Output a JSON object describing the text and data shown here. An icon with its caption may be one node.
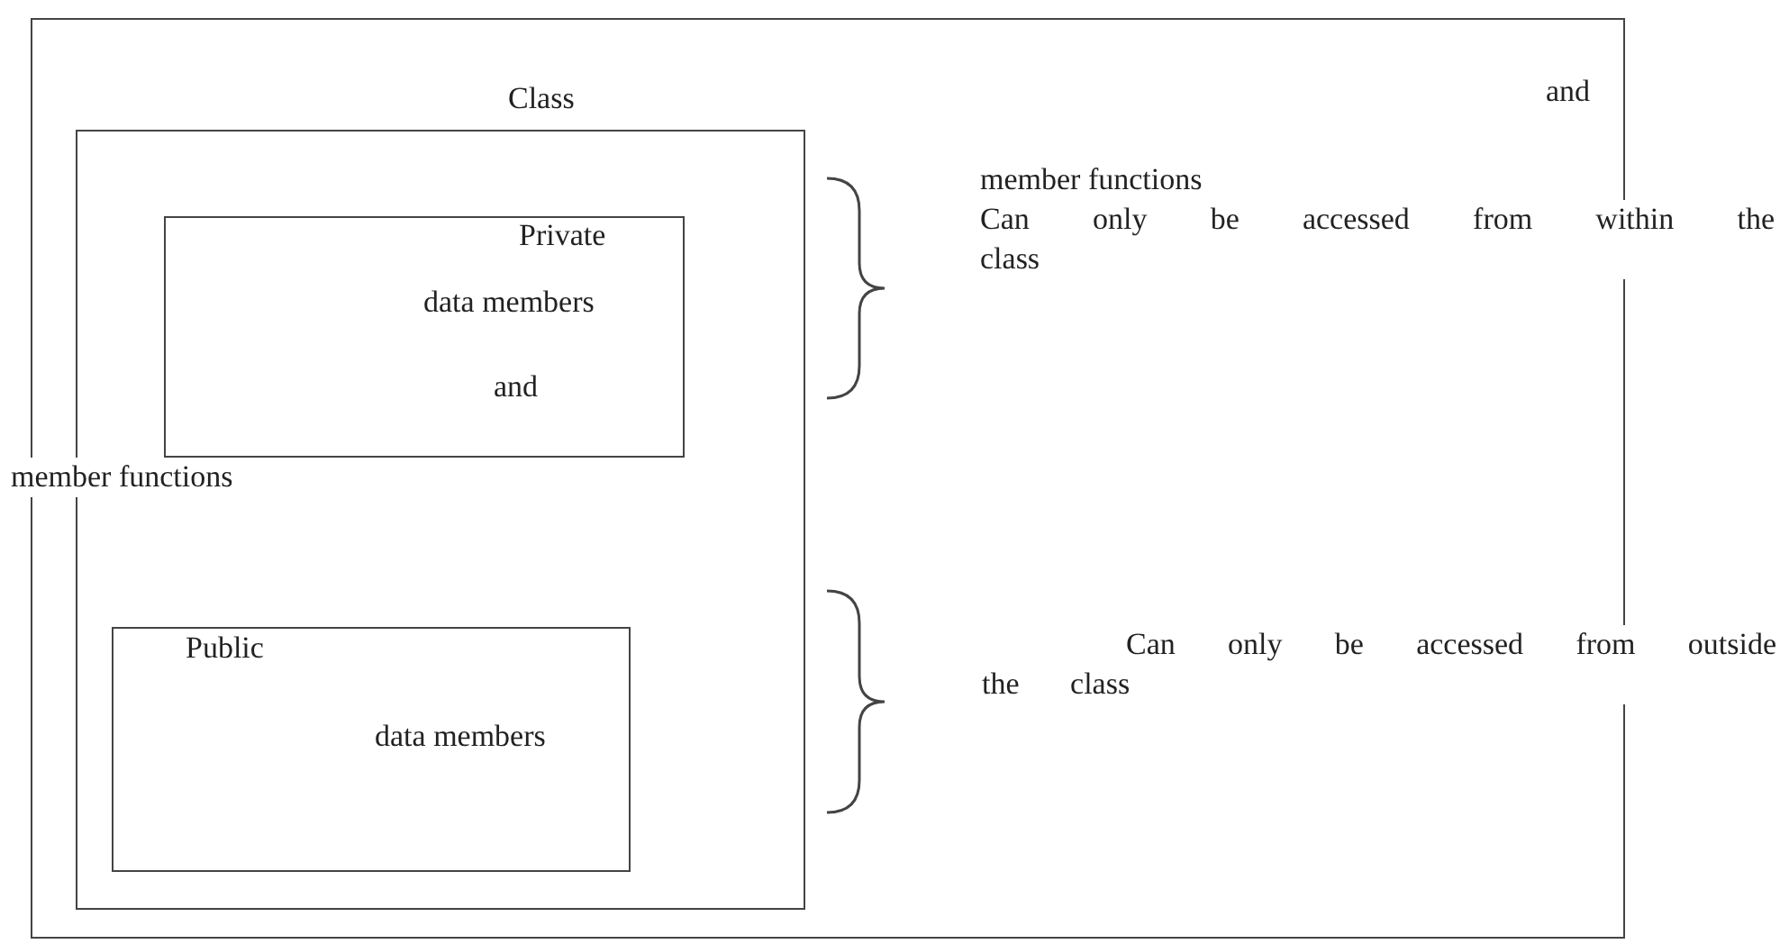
{
  "diagram": {
    "nodes": [
      {
        "text": [],
        "shape": "box"
      },
      {
        "text": [
          "Class"
        ],
        "in": 0
      },
      {
        "text": [
          "Private",
          "data members",
          "and"
        ],
        "in": 1
      },
      {
        "text": [
          "Public",
          "data members"
        ],
        "in": 1
      }
    ],
    "labels": [
      "and",
      "member functions",
      "Can only be accessed from within the class",
      "member functions",
      "Can only be accessed from outside the class"
    ]
  }
}
